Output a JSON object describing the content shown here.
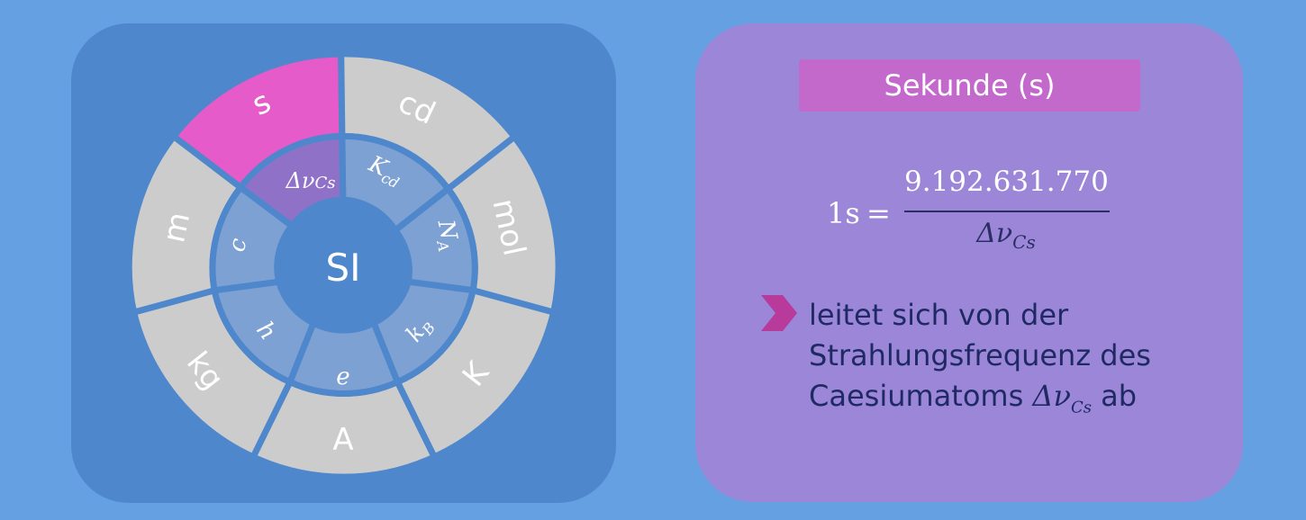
{
  "wheel": {
    "center_label": "SI",
    "outer_units": [
      "s",
      "cd",
      "mol",
      "K",
      "A",
      "kg",
      "m"
    ],
    "inner_constants": [
      "Δν",
      "Cs",
      "K",
      "cd",
      "N",
      "A",
      "k",
      "B",
      "e",
      "h",
      "c"
    ],
    "highlighted_unit": "s",
    "colors": {
      "panel": "#4f87cc",
      "outer_segment": "#cccccc",
      "inner_segment": "#7ea1d3",
      "highlight_outer": "#e45bc9",
      "highlight_inner": "#8f72c8",
      "center": "#4f87cc",
      "separator": "#4f87cc"
    }
  },
  "card": {
    "title": "Sekunde (s)",
    "formula": {
      "lhs": "1s",
      "equals": "=",
      "numerator": "9.192.631.770",
      "denominator_symbol": "Δν",
      "denominator_subscript": "Cs"
    },
    "description_lines": [
      "leitet sich von der",
      "Strahlungsfrequenz des",
      "Caesiumatoms"
    ],
    "description_symbol": "Δν",
    "description_subscript": "Cs",
    "description_tail": "ab",
    "arrow_icon": "chevron-right-icon",
    "colors": {
      "panel": "#9b86d8",
      "badge": "#c369cc",
      "text": "#1f2a64",
      "arrow": "#b83a9a"
    }
  }
}
